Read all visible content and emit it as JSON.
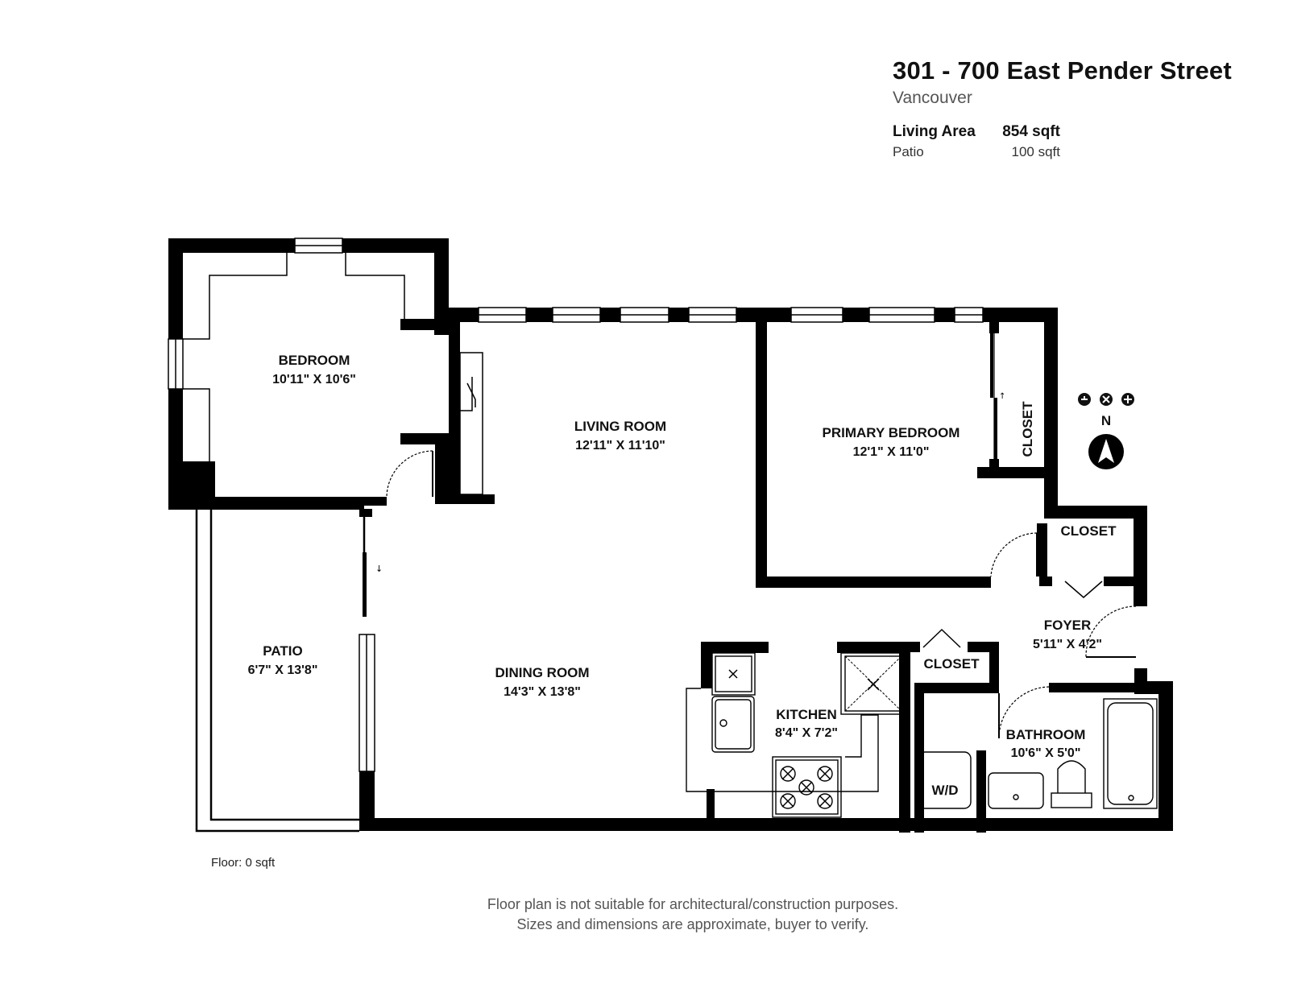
{
  "header": {
    "address": "301 - 700 East Pender Street",
    "city": "Vancouver",
    "living_area_label": "Living Area",
    "living_area_value": "854 sqft",
    "patio_label": "Patio",
    "patio_value": "100 sqft"
  },
  "rooms": {
    "bedroom": {
      "name": "BEDROOM",
      "dims": "10'11\" X 10'6\""
    },
    "living": {
      "name": "LIVING ROOM",
      "dims": "12'11\" X 11'10\""
    },
    "primary": {
      "name": "PRIMARY BEDROOM",
      "dims": "12'1\" X 11'0\""
    },
    "closet_primary": {
      "name": "CLOSET"
    },
    "closet_foyer": {
      "name": "CLOSET"
    },
    "closet_kitchen": {
      "name": "CLOSET"
    },
    "foyer": {
      "name": "FOYER",
      "dims": "5'11\" X 4'2\""
    },
    "patio": {
      "name": "PATIO",
      "dims": "6'7\" X 13'8\""
    },
    "dining": {
      "name": "DINING ROOM",
      "dims": "14'3\" X 13'8\""
    },
    "kitchen": {
      "name": "KITCHEN",
      "dims": "8'4\" X 7'2\""
    },
    "bathroom": {
      "name": "BATHROOM",
      "dims": "10'6\" X 5'0\""
    },
    "wd": {
      "name": "W/D"
    }
  },
  "compass": {
    "label": "N"
  },
  "footer": {
    "floor_note": "Floor: 0 sqft",
    "disclaimer_line1": "Floor plan is not suitable for architectural/construction purposes.",
    "disclaimer_line2": "Sizes and dimensions are approximate, buyer to verify."
  },
  "colors": {
    "wall": "#000000",
    "window": "#ffffff",
    "text": "#111111",
    "secondary_text": "#555555"
  }
}
